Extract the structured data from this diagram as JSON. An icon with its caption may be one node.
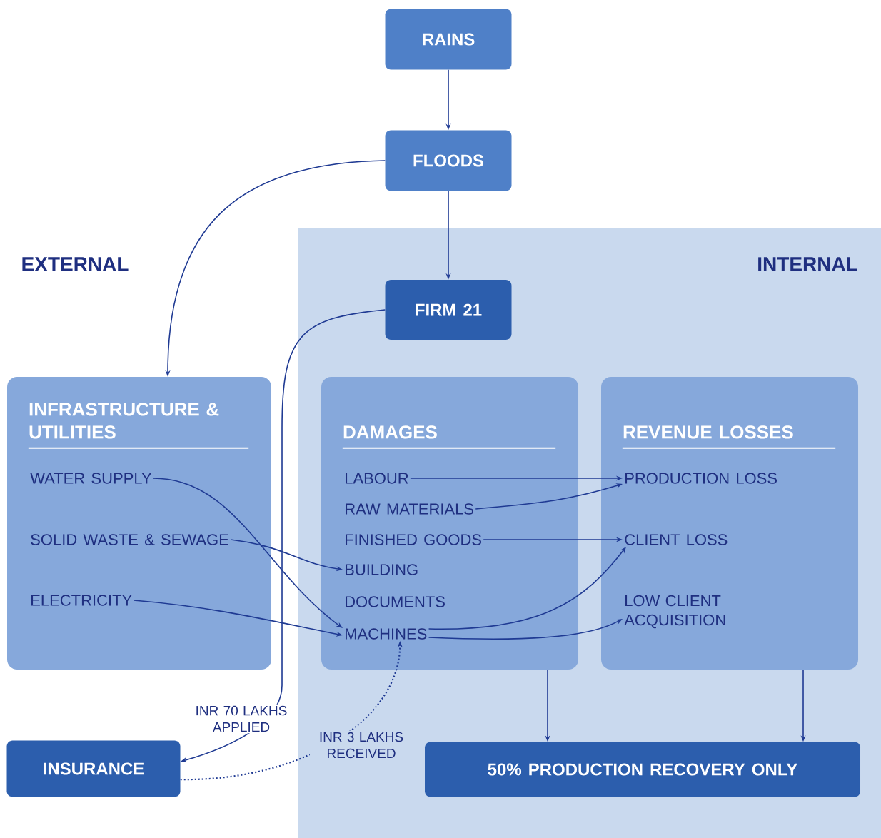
{
  "diagram": {
    "nodes": [
      {
        "text": [
          "RAINS"
        ]
      },
      {
        "text": [
          "FLOODS"
        ]
      },
      {
        "text": [
          "INTERNAL"
        ]
      },
      {
        "text": [
          "FIRM 21"
        ],
        "in": 2
      },
      {
        "text": [
          "INFRASTRUCTURE & UTILITIES"
        ]
      },
      {
        "text": [
          "WATER SUPPLY"
        ],
        "in": 4
      },
      {
        "text": [
          "SOLID WASTE & SEWAGE"
        ],
        "in": 4
      },
      {
        "text": [
          "ELECTRICITY"
        ],
        "in": 4
      },
      {
        "text": [
          "DAMAGES"
        ],
        "in": 2
      },
      {
        "text": [
          "LABOUR"
        ],
        "in": 8
      },
      {
        "text": [
          "RAW MATERIALS"
        ],
        "in": 8
      },
      {
        "text": [
          "FINISHED GOODS"
        ],
        "in": 8
      },
      {
        "text": [
          "BUILDING"
        ],
        "in": 8
      },
      {
        "text": [
          "DOCUMENTS"
        ],
        "in": 8
      },
      {
        "text": [
          "MACHINES"
        ],
        "in": 8
      },
      {
        "text": [
          "REVENUE LOSSES"
        ],
        "in": 2
      },
      {
        "text": [
          "PRODUCTION LOSS"
        ],
        "in": 15
      },
      {
        "text": [
          "CLIENT LOSS"
        ],
        "in": 15
      },
      {
        "text": [
          "LOW CLIENT ACQUISITION"
        ],
        "in": 15
      },
      {
        "text": [
          "INSURANCE"
        ]
      },
      {
        "text": [
          "50% PRODUCTION RECOVERY ONLY"
        ],
        "in": 2
      }
    ],
    "edges": [
      {
        "from": 0,
        "to": 1,
        "arrow": "to"
      },
      {
        "from": 1,
        "to": 3,
        "arrow": "to"
      },
      {
        "from": 1,
        "to": 4,
        "arrow": "to"
      },
      {
        "from": 3,
        "to": 19,
        "arrow": "to",
        "label": "INR 70 LAKHS APPLIED"
      },
      {
        "from": 19,
        "to": 14,
        "arrow": "to",
        "label": "INR 3 LAKHS RECEIVED",
        "style": "dashed"
      },
      {
        "from": 5,
        "to": 14,
        "arrow": "to"
      },
      {
        "from": 6,
        "to": 12,
        "arrow": "to"
      },
      {
        "from": 7,
        "to": 14,
        "arrow": "to"
      },
      {
        "from": 9,
        "to": 16,
        "arrow": "to"
      },
      {
        "from": 10,
        "to": 16,
        "arrow": "to"
      },
      {
        "from": 11,
        "to": 17,
        "arrow": "to"
      },
      {
        "from": 14,
        "to": 17,
        "arrow": "to"
      },
      {
        "from": 14,
        "to": 18,
        "arrow": "to"
      },
      {
        "from": 8,
        "to": 20,
        "arrow": "to"
      },
      {
        "from": 15,
        "to": 20,
        "arrow": "to"
      }
    ],
    "labels": [
      "EXTERNAL"
    ]
  }
}
